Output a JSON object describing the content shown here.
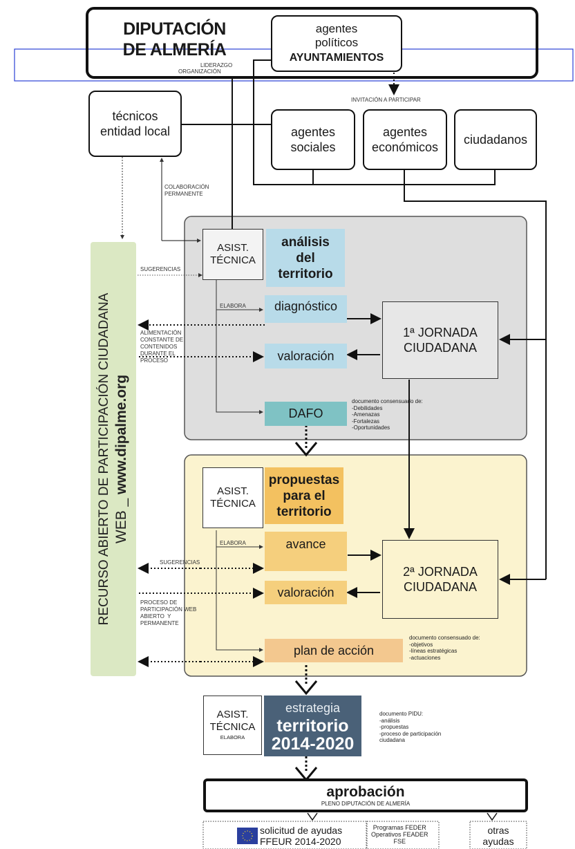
{
  "top": {
    "dip_line1": "DIPUTACIÓN",
    "dip_line2": "DE ALMERÍA",
    "dip_sub1": "LIDERAZGO",
    "dip_sub2": "ORGANIZACIÓN",
    "agentes_politicos_1": "agentes",
    "agentes_politicos_2": "políticos",
    "ayuntamientos": "AYUNTAMIENTOS",
    "invitacion": "INVITACIÓN A PARTICIPAR"
  },
  "actors": {
    "tecnicos_1": "técnicos",
    "tecnicos_2": "entidad local",
    "sociales_1": "agentes",
    "sociales_2": "sociales",
    "economicos_1": "agentes",
    "economicos_2": "económicos",
    "ciudadanos": "ciudadanos"
  },
  "labels": {
    "colaboracion_1": "COLABORACIÓN",
    "colaboracion_2": "PERMANENTE",
    "sugerencias": "SUGERENCIAS",
    "elabora": "ELABORA",
    "alimentacion": "ALIMENTACIÓN\nCONSTANTE DE\nCONTENIDOS\nDURANTE EL\nPROCESO",
    "sugerencias_2": "SUGERENCIAS",
    "proceso_web": "PROCESO DE\nPARTICIPACIÓN WEB\nABIERTO  Y\nPERMANENTE"
  },
  "web_resource": {
    "line1": "RECURSO ABIERTO  DE PARTICIPACIÓN CIUDADANA",
    "line2_prefix": "WEB _ ",
    "line2_url": "www.dipalme.org"
  },
  "phase1": {
    "asist_1": "ASIST.",
    "asist_2": "TÉCNICA",
    "analisis_1": "análisis",
    "analisis_2": "del",
    "analisis_3": "territorio",
    "diagnostico": "diagnóstico",
    "valoracion": "valoración",
    "dafo": "DAFO",
    "jornada_1": "1ª JORNADA",
    "jornada_2": "CIUDADANA",
    "dafo_doc": "documento consensuado de:\n-Debilidades\n-Amenazas\n-Fortalezas\n-Oportunidades"
  },
  "phase2": {
    "asist_1": "ASIST.",
    "asist_2": "TÉCNICA",
    "propuestas_1": "propuestas",
    "propuestas_2": "para el",
    "propuestas_3": "territorio",
    "avance": "avance",
    "valoracion": "valoración",
    "plan": "plan de acción",
    "jornada_1": "2ª JORNADA",
    "jornada_2": "CIUDADANA",
    "plan_doc": "documento consensuado de:\n-objetivos\n-líneas estratégicas\n-actuaciones"
  },
  "strategy": {
    "asist_1": "ASIST.",
    "asist_2": "TÉCNICA",
    "elabora": "ELABORA",
    "estrategia": "estrategia",
    "territorio": "territorio",
    "years": "2014-2020",
    "doc": "documento PIDU:\n-análisis\n-propuestas\n-proceso de participación\nciudadana"
  },
  "approval": {
    "title": "aprobación",
    "sub": "PLENO DIPUTACIÓN DE ALMERÍA"
  },
  "funding": {
    "solicitud_1": "solicitud de ayudas",
    "solicitud_2": "FFEUR 2014-2020",
    "programas": "Programas FEDER\nOperativos FEADER\nFSE",
    "otras_1": "otras",
    "otras_2": "ayudas"
  },
  "colors": {
    "panel1_bg": "#dedede",
    "panel2_bg": "#fbf3cf",
    "blue_box": "#b8dbe9",
    "orange_box": "#f3c160",
    "peach_box": "#f3c88f",
    "strategy_bg": "#4a6178",
    "web_green": "#dbe8c3"
  }
}
